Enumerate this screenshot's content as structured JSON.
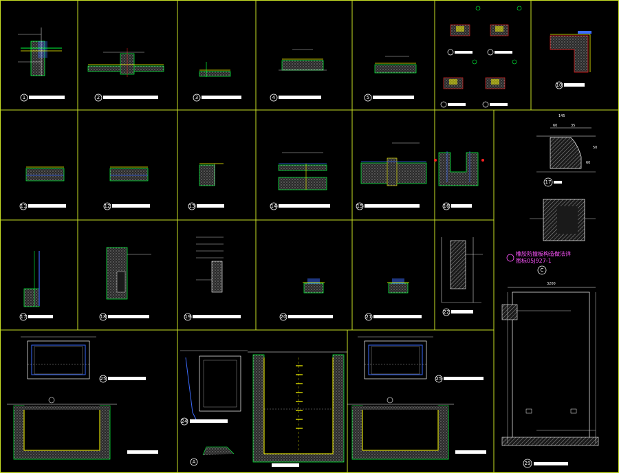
{
  "drawing": {
    "dims_box_17": [
      "145",
      "60",
      "35",
      "50",
      "60"
    ],
    "dims_box_29": [
      "3200"
    ],
    "magenta_note": {
      "line1": "橡胶防撞板构造做法详",
      "line2": "图标05J927-1"
    }
  },
  "colors": {
    "frame": "#c8e024",
    "green": "#00ff3c",
    "yellow": "#ffff00",
    "blue": "#3c6cff",
    "magenta": "#ff3cff",
    "hatch": "#9a9a9a",
    "white": "#ffffff",
    "red": "#ff2020"
  }
}
